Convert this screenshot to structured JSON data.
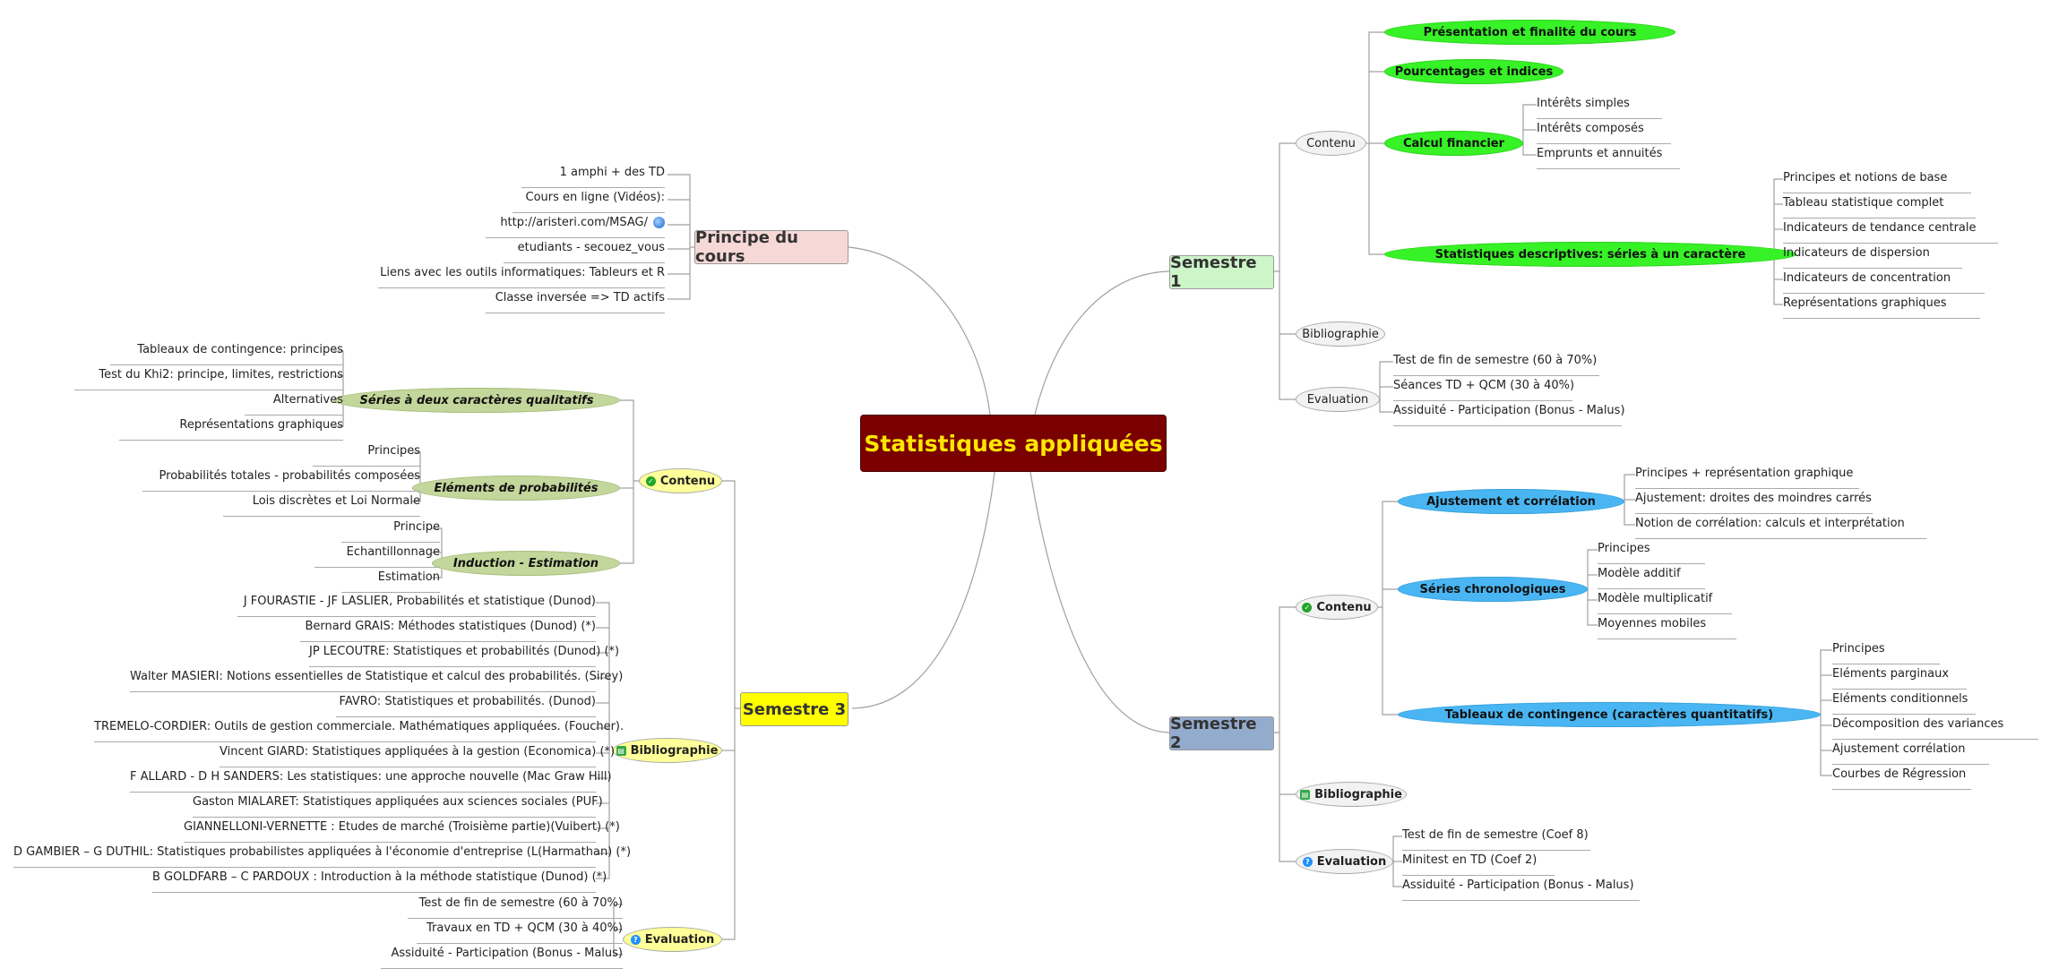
{
  "root": {
    "title": "Statistiques appliquées"
  },
  "principe": {
    "title": "Principe du cours",
    "items": [
      "1 amphi + des TD",
      "Cours en ligne (Vidéos):",
      "http://aristeri.com/MSAG/",
      "etudiants - secouez_vous",
      "Liens avec les outils informatiques: Tableurs et R",
      "Classe inversée => TD actifs"
    ]
  },
  "sem1": {
    "title": "Semestre 1",
    "contenu": "Contenu",
    "presentation": "Présentation et finalité du cours",
    "pourcentages": "Pourcentages et indices",
    "calcul": "Calcul financier",
    "calcul_items": [
      "Intérêts simples",
      "Intérêts composés",
      "Emprunts et annuités"
    ],
    "stats": "Statistiques descriptives: séries à un caractère",
    "stats_items": [
      "Principes et notions de base",
      "Tableau statistique complet",
      "Indicateurs de tendance centrale",
      "Indicateurs de dispersion",
      "Indicateurs de concentration",
      "Représentations graphiques"
    ],
    "bibliographie": "Bibliographie",
    "evaluation": "Evaluation",
    "eval_items": [
      "Test de fin de semestre (60 à 70%)",
      "Séances TD + QCM (30 à 40%)",
      "Assiduité - Participation (Bonus - Malus)"
    ]
  },
  "sem2": {
    "title": "Semestre 2",
    "contenu": "Contenu",
    "ajustement": "Ajustement et corrélation",
    "ajust_items": [
      "Principes + représentation graphique",
      "Ajustement: droites des moindres carrés",
      "Notion de corrélation: calculs et interprétation"
    ],
    "series": "Séries chronologiques",
    "series_items": [
      "Principes",
      "Modèle additif",
      "Modèle multiplicatif",
      "Moyennes mobiles"
    ],
    "tableaux": "Tableaux de contingence (caractères quantitatifs)",
    "tableaux_items": [
      "Principes",
      "Eléments parginaux",
      "Eléments conditionnels",
      "Décomposition des variances",
      "Ajustement corrélation",
      "Courbes de Régression"
    ],
    "bibliographie": "Bibliographie",
    "evaluation": "Evaluation",
    "eval_items": [
      "Test de fin de semestre (Coef 8)",
      "Minitest en TD (Coef 2)",
      "Assiduité - Participation (Bonus - Malus)"
    ]
  },
  "sem3": {
    "title": "Semestre 3",
    "contenu": "Contenu",
    "series2": "Séries à deux caractères qualitatifs",
    "series2_items": [
      "Tableaux de contingence: principes",
      "Test du Khi2: principe, limites, restrictions",
      "Alternatives",
      "Représentations graphiques"
    ],
    "proba": "Eléments de probabilités",
    "proba_items": [
      "Principes",
      "Probabilités totales - probabilités composées",
      "Lois discrètes et Loi Normale"
    ],
    "induction": "Induction - Estimation",
    "induction_items": [
      "Principe",
      "Echantillonnage",
      "Estimation"
    ],
    "bibliographie": "Bibliographie",
    "biblio_items": [
      "J FOURASTIE - JF LASLIER, Probabilités et statistique (Dunod)",
      "Bernard GRAIS: Méthodes statistiques (Dunod) (*)",
      "JP LECOUTRE: Statistiques et probabilités (Dunod) (*)",
      "Walter MASIERI: Notions essentielles de Statistique et calcul des probabilités. (Sirey)",
      "FAVRO: Statistiques et probabilités. (Dunod)",
      "TREMELO-CORDIER: Outils de gestion commerciale. Mathématiques appliquées. (Foucher).",
      "Vincent GIARD: Statistiques appliquées à la gestion (Economica) (*)",
      "F ALLARD - D H SANDERS: Les statistiques: une approche nouvelle (Mac Graw Hill)",
      "Gaston MIALARET: Statistiques appliquées aux sciences sociales (PUF)",
      "GIANNELLONI-VERNETTE : Etudes de marché (Troisième partie)(Vuibert) (*)",
      "D GAMBIER – G DUTHIL: Statistiques probabilistes appliquées à l'économie d'entreprise (L(Harmathan) (*)",
      "B GOLDFARB – C PARDOUX : Introduction à la méthode statistique (Dunod) (*)"
    ],
    "evaluation": "Evaluation",
    "eval_items": [
      "Test de fin de semestre (60 à 70%)",
      "Travaux en TD + QCM (30 à 40%)",
      "Assiduité - Participation (Bonus - Malus)"
    ]
  },
  "colors": {
    "root_bg": "#7a0000",
    "root_text": "#ffe600",
    "principe_bg": "#f6d9d6",
    "sem1_bg": "#ccf5c8",
    "sem2_bg": "#93abcd",
    "sem3_bg": "#ffff00",
    "green_topic": "#36f226",
    "blue_topic": "#49b6f3",
    "olive_topic": "#c3d69b",
    "yellow_oval": "#ffff99"
  }
}
